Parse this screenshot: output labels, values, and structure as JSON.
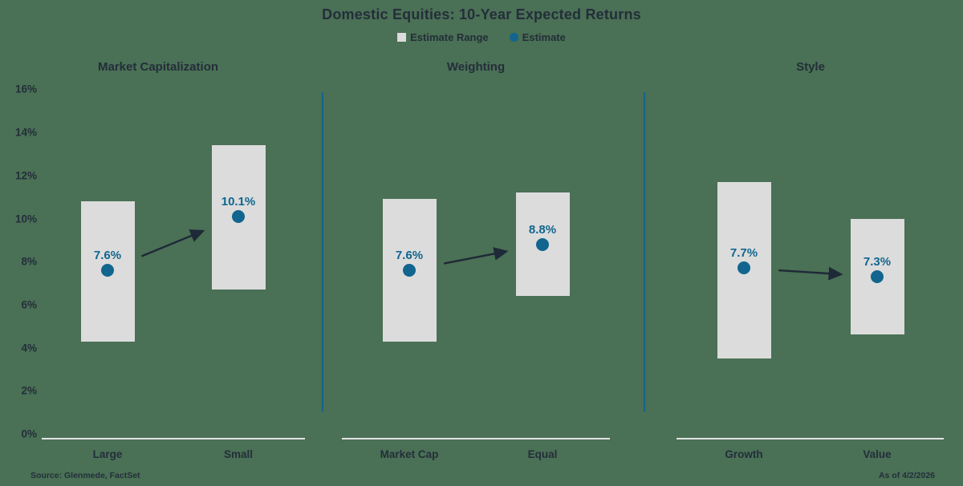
{
  "title": "Domestic Equities: 10-Year Expected Returns",
  "legend": {
    "range_label": "Estimate Range",
    "estimate_label": "Estimate"
  },
  "footer": {
    "source": "Source: Glenmede, FactSet",
    "as_of": "As of 4/2/2026"
  },
  "y_axis": {
    "tick_labels_top_to_bottom": [
      "16%",
      "14%",
      "12%",
      "10%",
      "8%",
      "6%",
      "4%",
      "2%",
      "0%"
    ],
    "min": 0,
    "max": 16,
    "tick_step": 2
  },
  "chart_data": {
    "type": "bar",
    "subtype": "floating-range-bars-with-point-estimates",
    "title": "Domestic Equities: 10-Year Expected Returns",
    "legend_entries": [
      "Estimate Range",
      "Estimate"
    ],
    "legend_position": "top-center",
    "grid": false,
    "ylim": [
      0,
      16
    ],
    "y_tick_labels": [
      "0%",
      "2%",
      "4%",
      "6%",
      "8%",
      "10%",
      "12%",
      "14%",
      "16%"
    ],
    "units": "percent",
    "panels": [
      {
        "heading": "Market Capitalization",
        "categories": [
          "Large",
          "Small"
        ],
        "range_low": [
          4.3,
          6.7
        ],
        "range_high": [
          10.8,
          13.4
        ],
        "estimates": [
          7.6,
          10.1
        ],
        "estimate_labels": [
          "7.6%",
          "10.1%"
        ],
        "arrow": "up-right"
      },
      {
        "heading": "Weighting",
        "categories": [
          "Market Cap",
          "Equal"
        ],
        "range_low": [
          4.3,
          6.4
        ],
        "range_high": [
          10.9,
          11.2
        ],
        "estimates": [
          7.6,
          8.8
        ],
        "estimate_labels": [
          "7.6%",
          "8.8%"
        ],
        "arrow": "up-right"
      },
      {
        "heading": "Style",
        "categories": [
          "Growth",
          "Value"
        ],
        "range_low": [
          3.5,
          4.6
        ],
        "range_high": [
          11.7,
          10.0
        ],
        "estimates": [
          7.7,
          7.3
        ],
        "estimate_labels": [
          "7.7%",
          "7.3%"
        ],
        "arrow": "down-right"
      }
    ],
    "colors": {
      "background": "#4A7055",
      "range_bar": "#DCDCDC",
      "estimate_dot": "#11658E",
      "estimate_label": "#11658E",
      "text": "#242E3A",
      "panel_divider": "#14628C",
      "axis_line": "#E4E4E4",
      "arrow": "#1F2937"
    }
  }
}
